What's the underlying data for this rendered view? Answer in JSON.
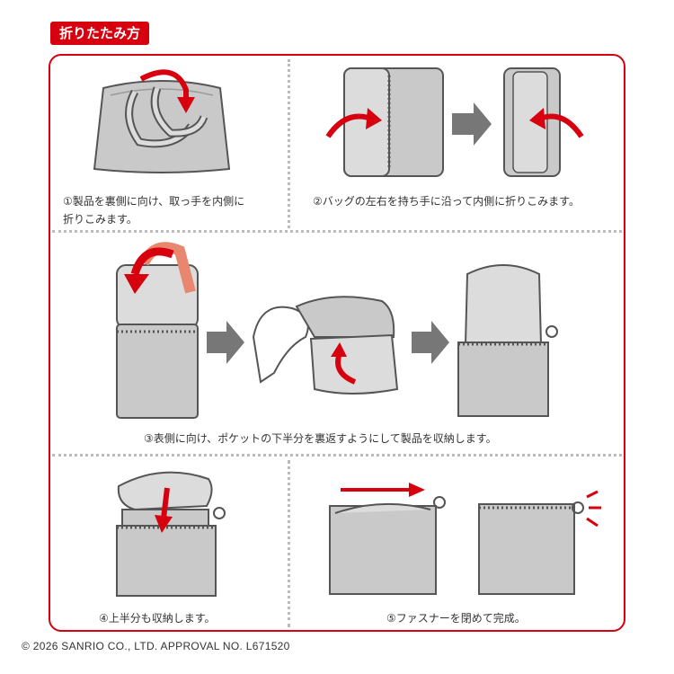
{
  "title": "折りたたみ方",
  "colors": {
    "accent": "#d7000f",
    "bag_fill": "#c9c9c9",
    "bag_light": "#dcdcdc",
    "outline": "#555555",
    "arrow_gray": "#777777",
    "inner_orange": "#e8866e"
  },
  "steps": [
    {
      "caption_line1": "①製品を裏側に向け、取っ手を内側に",
      "caption_line2": "折りこみます。"
    },
    {
      "caption_line1": "②バッグの左右を持ち手に沿って内側に折りこみます。"
    },
    {
      "caption_line1": "③表側に向け、ポケットの下半分を裏返すようにして製品を収納します。"
    },
    {
      "caption_line1": "④上半分も収納します。"
    },
    {
      "caption_line1": "⑤ファスナーを閉めて完成。"
    }
  ],
  "footer": {
    "copyright": "© 2026 SANRIO CO., LTD.   APPROVAL NO. L671520"
  }
}
